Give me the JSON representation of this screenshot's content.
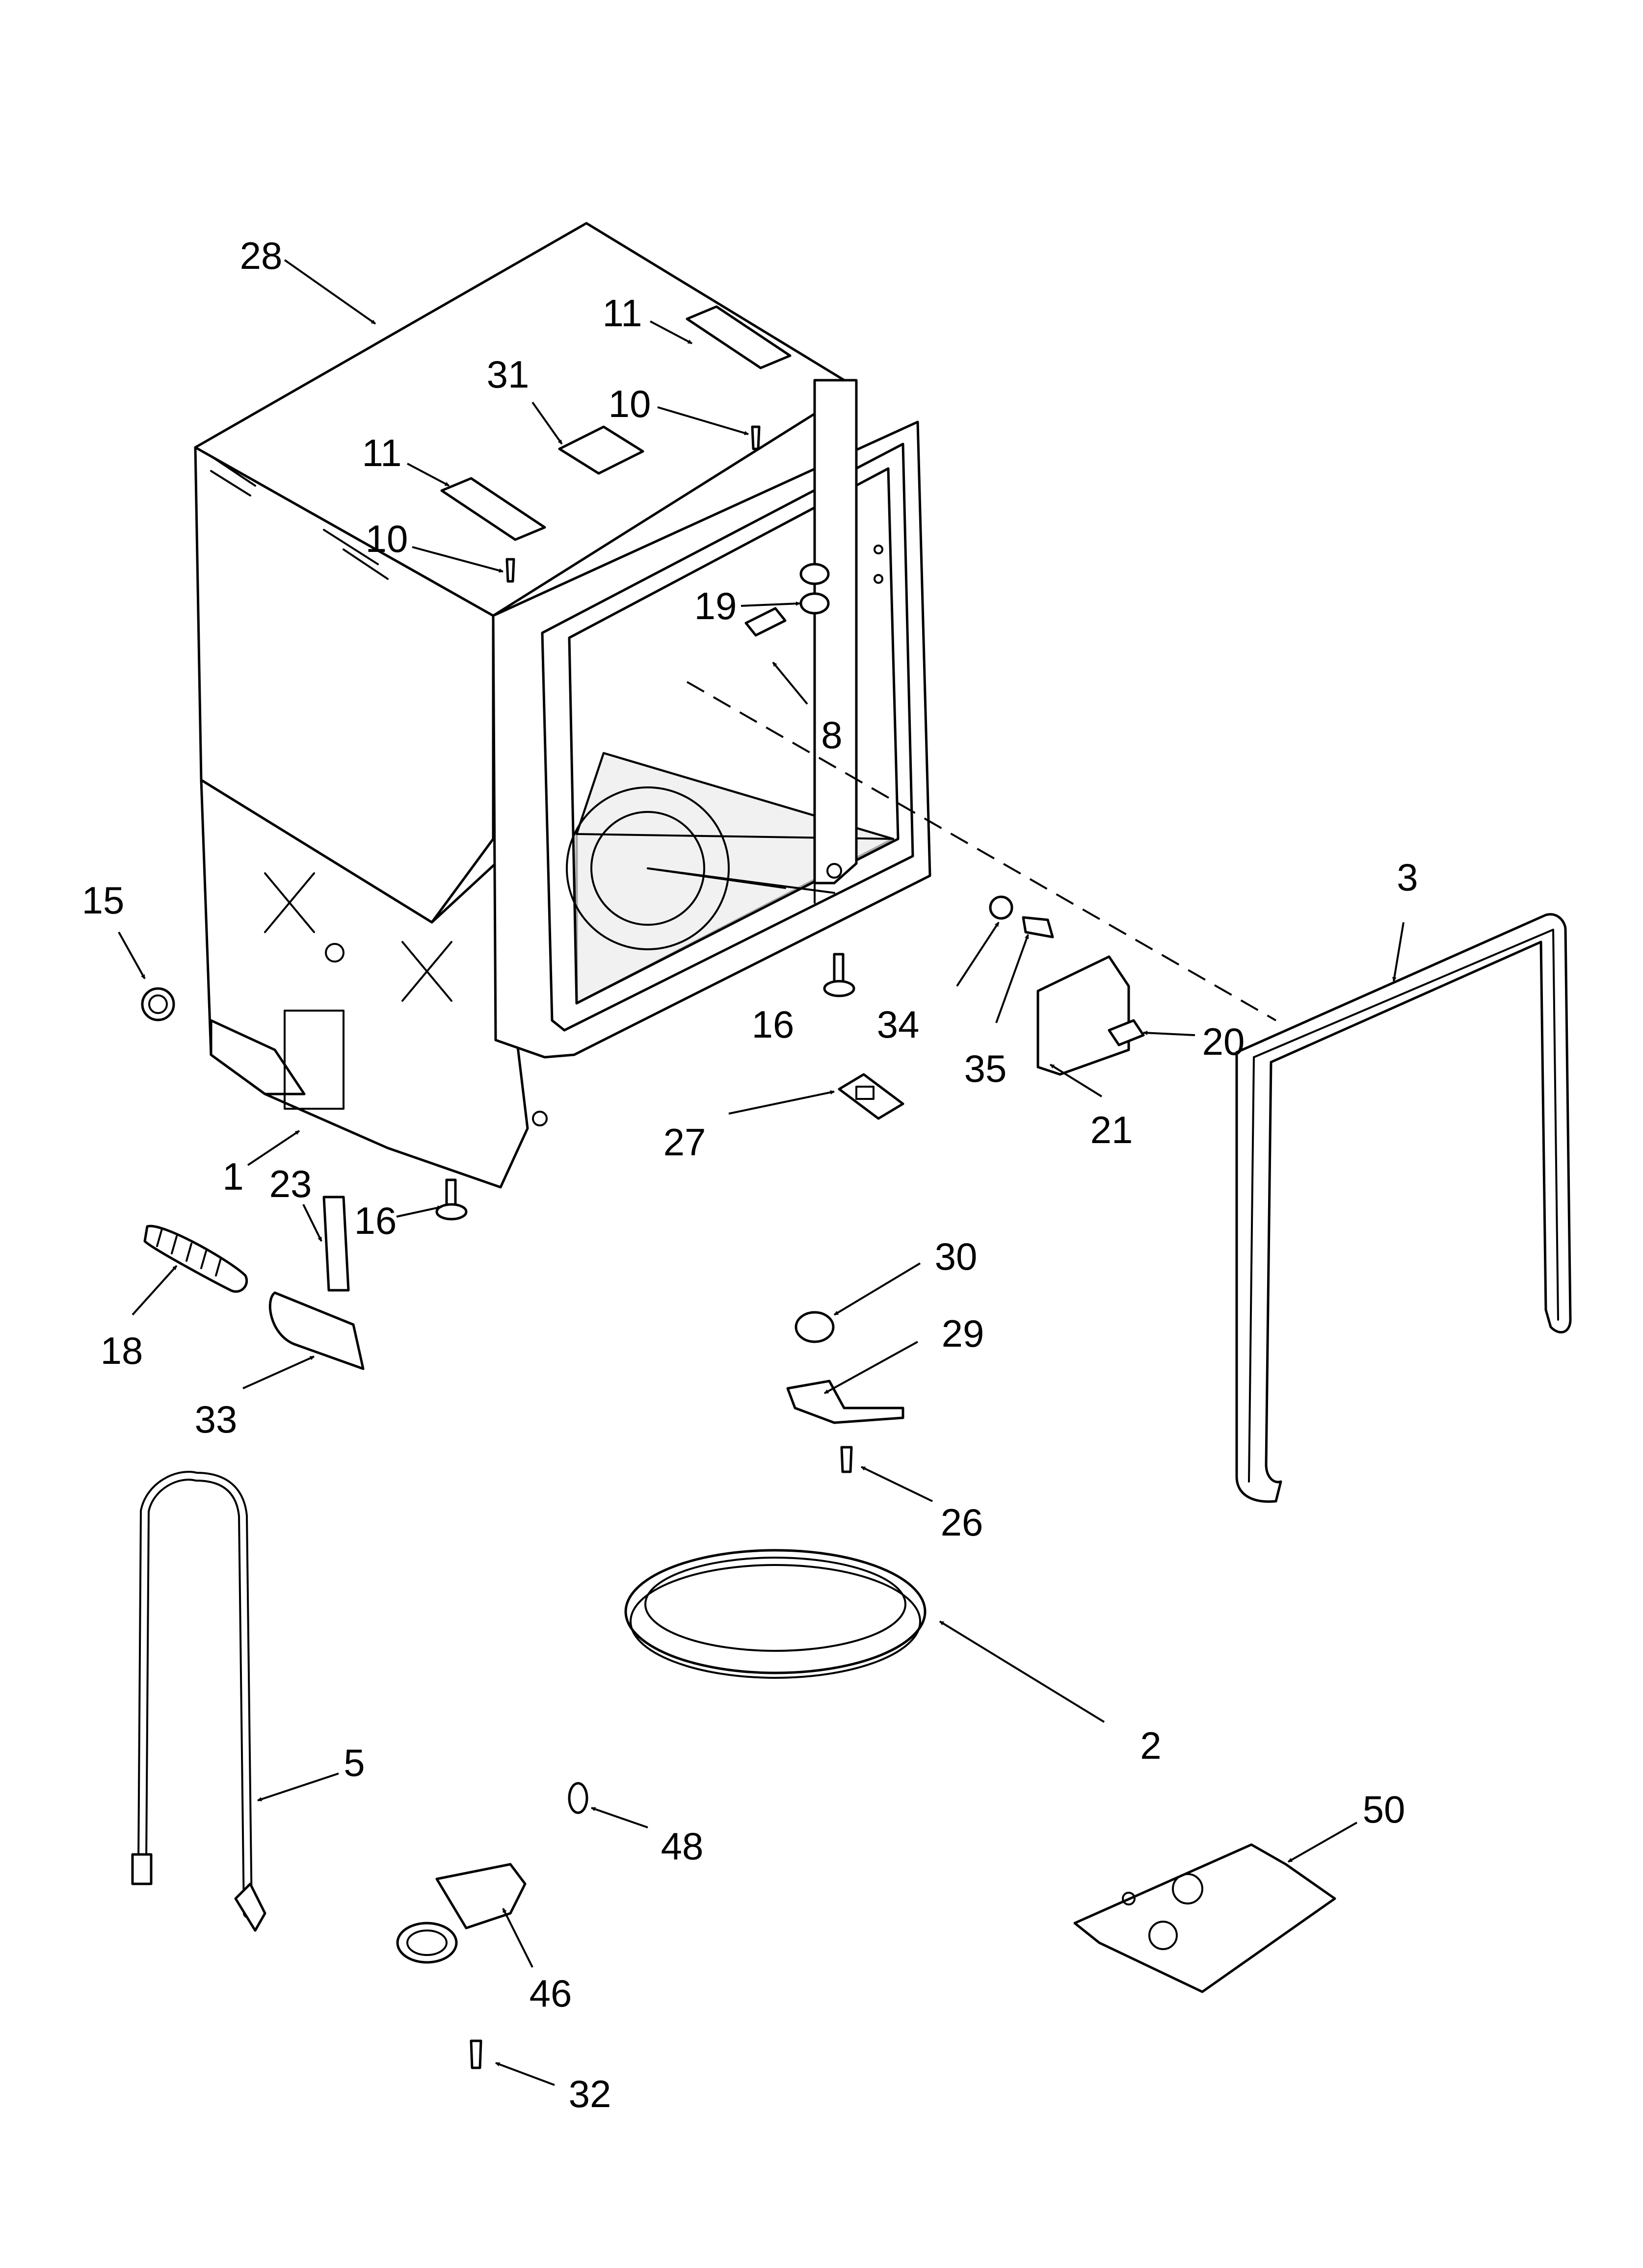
{
  "diagram": {
    "callouts": [
      "28",
      "11",
      "31",
      "10",
      "11",
      "10",
      "19",
      "8",
      "3",
      "15",
      "16",
      "34",
      "20",
      "35",
      "21",
      "27",
      "1",
      "23",
      "16",
      "18",
      "33",
      "30",
      "29",
      "26",
      "2",
      "5",
      "48",
      "50",
      "46",
      "32"
    ]
  }
}
